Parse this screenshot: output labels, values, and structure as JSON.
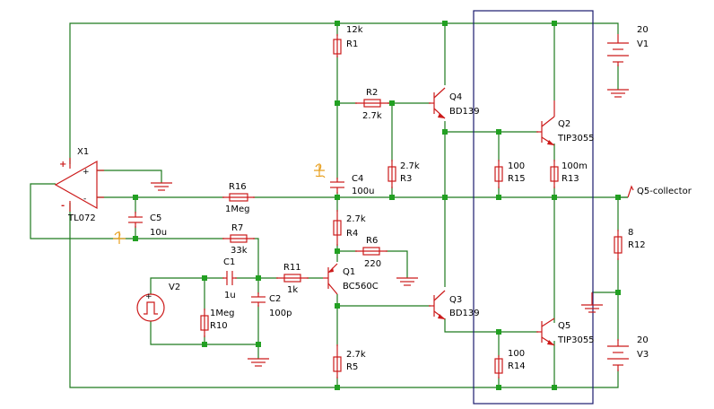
{
  "components": {
    "R1": {
      "value": "12k",
      "ref": "R1"
    },
    "R2": {
      "value": "2.7k",
      "ref": "R2"
    },
    "R3": {
      "value": "2.7k",
      "ref": "R3"
    },
    "R4": {
      "value": "2.7k",
      "ref": "R4"
    },
    "R5": {
      "value": "2.7k",
      "ref": "R5"
    },
    "R6": {
      "value": "220",
      "ref": "R6"
    },
    "R7": {
      "value": "33k",
      "ref": "R7"
    },
    "R10": {
      "value": "1Meg",
      "ref": "R10"
    },
    "R11": {
      "value": "1k",
      "ref": "R11"
    },
    "R12": {
      "value": "8",
      "ref": "R12"
    },
    "R13": {
      "value": "100m",
      "ref": "R13"
    },
    "R14": {
      "value": "100",
      "ref": "R14"
    },
    "R15": {
      "value": "100",
      "ref": "R15"
    },
    "R16": {
      "value": "1Meg",
      "ref": "R16"
    },
    "C1": {
      "value": "1u",
      "ref": "C1"
    },
    "C2": {
      "value": "100p",
      "ref": "C2"
    },
    "C4": {
      "value": "100u",
      "ref": "C4"
    },
    "C5": {
      "value": "10u",
      "ref": "C5"
    },
    "Q1": {
      "ref": "Q1",
      "model": "BC560C"
    },
    "Q2": {
      "ref": "Q2",
      "model": "TIP3055"
    },
    "Q3": {
      "ref": "Q3",
      "model": "BD139"
    },
    "Q4": {
      "ref": "Q4",
      "model": "BD139"
    },
    "Q5": {
      "ref": "Q5",
      "model": "TIP3055"
    },
    "X1": {
      "ref": "X1",
      "model": "TL072",
      "plus": "+",
      "minus": "-"
    },
    "V1": {
      "value": "20",
      "ref": "V1"
    },
    "V2": {
      "ref": "V2"
    },
    "V3": {
      "value": "20",
      "ref": "V3"
    }
  },
  "probe": {
    "label": "Q5-collector"
  },
  "colors": {
    "wire": "#1e7a1e",
    "component": "#cc1a1a",
    "junction": "#22a022",
    "box": "#1a1a6e"
  }
}
